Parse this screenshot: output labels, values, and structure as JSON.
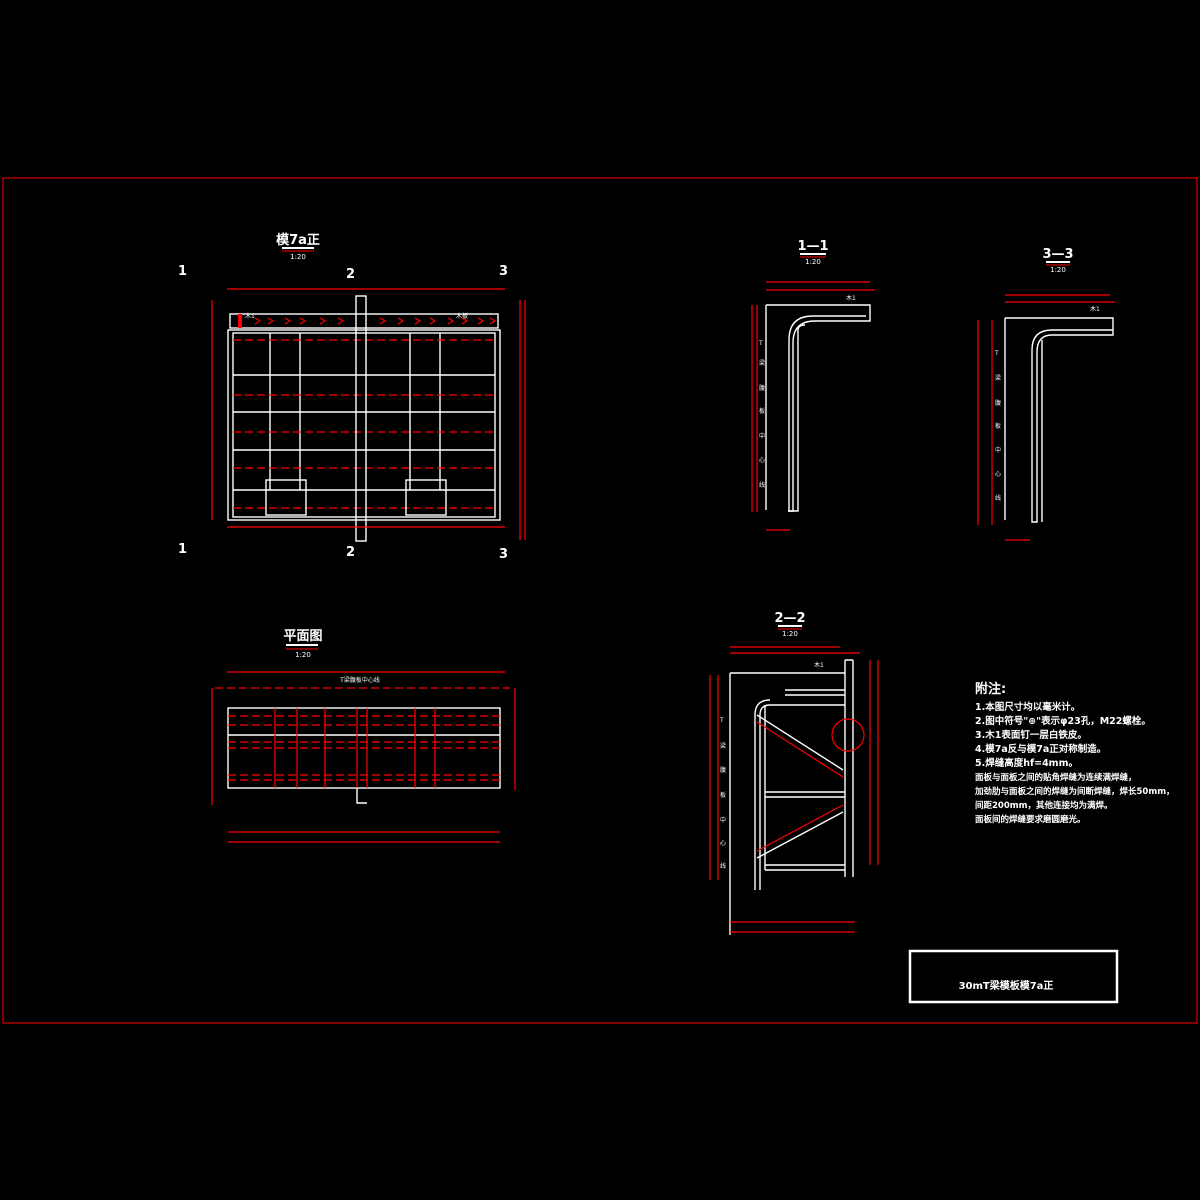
{
  "views": {
    "elevation": {
      "title": "模7a正",
      "scale": "1:20",
      "label_left": "木1",
      "label_right": "木板"
    },
    "section_1": {
      "title": "1—1",
      "scale": "1:20",
      "label": "木1"
    },
    "section_3": {
      "title": "3—3",
      "scale": "1:20",
      "label": "木1"
    },
    "section_2": {
      "title": "2—2",
      "scale": "1:20",
      "label": "木1"
    },
    "plan": {
      "title": "平面图",
      "scale": "1:20",
      "centerline": "T梁腹板中心线"
    }
  },
  "section_marks": [
    "1",
    "2",
    "3"
  ],
  "vertical_centerline_chars": [
    "T",
    "梁",
    "腹",
    "板",
    "中",
    "心",
    "线"
  ],
  "notes": {
    "heading": "附注:",
    "items": [
      "1.本图尺寸均以毫米计。",
      "2.图中符号\"⊕\"表示φ23孔，M22螺栓。",
      "3.木1表面钉一层白铁皮。",
      "4.模7a反与模7a正对称制造。",
      "5.焊缝高度hf=4mm。",
      "  面板与面板之间的贴角焊缝为连续满焊缝，",
      "  加劲肋与面板之间的焊缝为间断焊缝，焊长50mm，",
      "  间距200mm，其他连接均为满焊。",
      "  面板间的焊缝要求磨圆磨光。"
    ]
  },
  "title_block": {
    "drawing_title": "30mT梁模板模7a正"
  },
  "colors": {
    "background": "#000000",
    "frame": "#ff0000",
    "linework": "#ffffff",
    "dimension": "#ff0000"
  }
}
